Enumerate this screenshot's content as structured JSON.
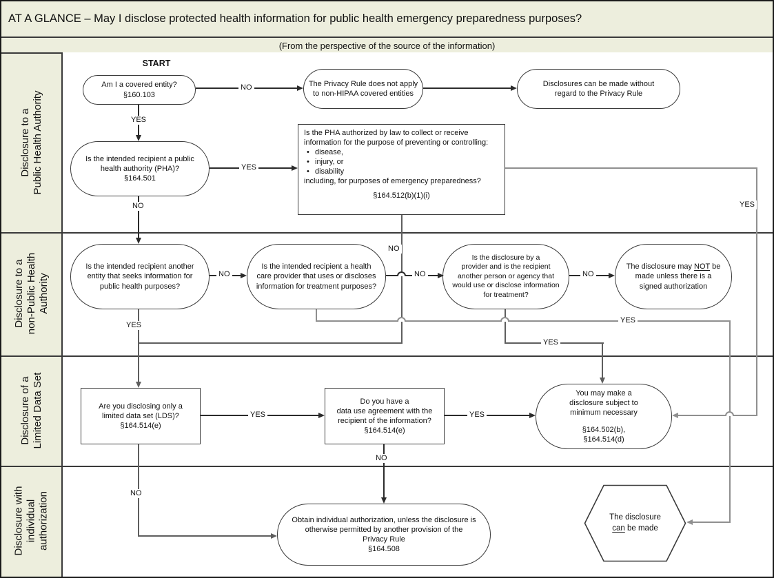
{
  "title": "AT A GLANCE – May I disclose protected health information for public health emergency preparedness purposes?",
  "subtitle": "(From the perspective of the source of the information)",
  "start_label": "START",
  "labels": {
    "yes": "YES",
    "no": "NO"
  },
  "lanes": [
    {
      "label": "Disclosure to a\nPublic Health Authority"
    },
    {
      "label": "Disclosure to a\nnon-Public Health\nAuthority"
    },
    {
      "label": "Disclosure of a\nLimited Data Set"
    },
    {
      "label": "Disclosure with\nindividual\nauthorization"
    }
  ],
  "nodes": {
    "covered_entity": {
      "lines": [
        "Am I a covered entity?",
        "§160.103"
      ]
    },
    "privacy_rule_not_apply": {
      "lines": [
        "The Privacy Rule does not apply",
        "to non-HIPAA covered entities"
      ]
    },
    "disclosures_without_regard": {
      "lines": [
        "Disclosures can be made without",
        "regard to the Privacy Rule"
      ]
    },
    "recipient_pha": {
      "lines": [
        "Is the intended recipient a public",
        "health authority (PHA)?",
        "§164.501"
      ]
    },
    "pha_authorized": {
      "line1": "Is the PHA authorized by law  to collect or receive",
      "line2": "information for the purpose of preventing or controlling:",
      "bullets": [
        "disease,",
        "injury, or",
        "disability"
      ],
      "line3": "including, for purposes of emergency preparedness?",
      "cite": "§164.512(b)(1)(i)"
    },
    "another_entity": {
      "lines": [
        "Is the intended recipient another",
        "entity that seeks information for",
        "public health purposes?"
      ]
    },
    "health_care_provider": {
      "lines": [
        "Is the intended recipient a health",
        "care provider that uses or discloses",
        "information for treatment purposes?"
      ]
    },
    "provider_recipient": {
      "lines": [
        "Is the disclosure by a",
        "provider and is the recipient",
        "another person or agency that",
        "would use or disclose information",
        "for treatment?"
      ]
    },
    "signed_authorization": {
      "pre": "The disclosure may ",
      "underlined": "NOT",
      "post": " be",
      "line2": "made unless there is a",
      "line3": "signed authorization"
    },
    "limited_data_set": {
      "lines": [
        "Are you disclosing only a",
        "limited data set (LDS)?",
        "§164.514(e)"
      ]
    },
    "data_use_agreement": {
      "lines": [
        "Do you have a",
        "data use agreement with the",
        "recipient of the information?",
        "§164.514(e)"
      ]
    },
    "minimum_necessary": {
      "lines": [
        "You may make a",
        "disclosure subject to",
        "minimum necessary"
      ],
      "cites": [
        "§164.502(b),",
        "§164.514(d)"
      ]
    },
    "obtain_authorization": {
      "lines": [
        "Obtain individual authorization, unless the disclosure is",
        "otherwise permitted by another provision of the",
        "Privacy Rule",
        "§164.508"
      ]
    },
    "disclosure_can_be_made": {
      "line1": "The disclosure",
      "underlined": "can",
      "post": " be made"
    }
  }
}
